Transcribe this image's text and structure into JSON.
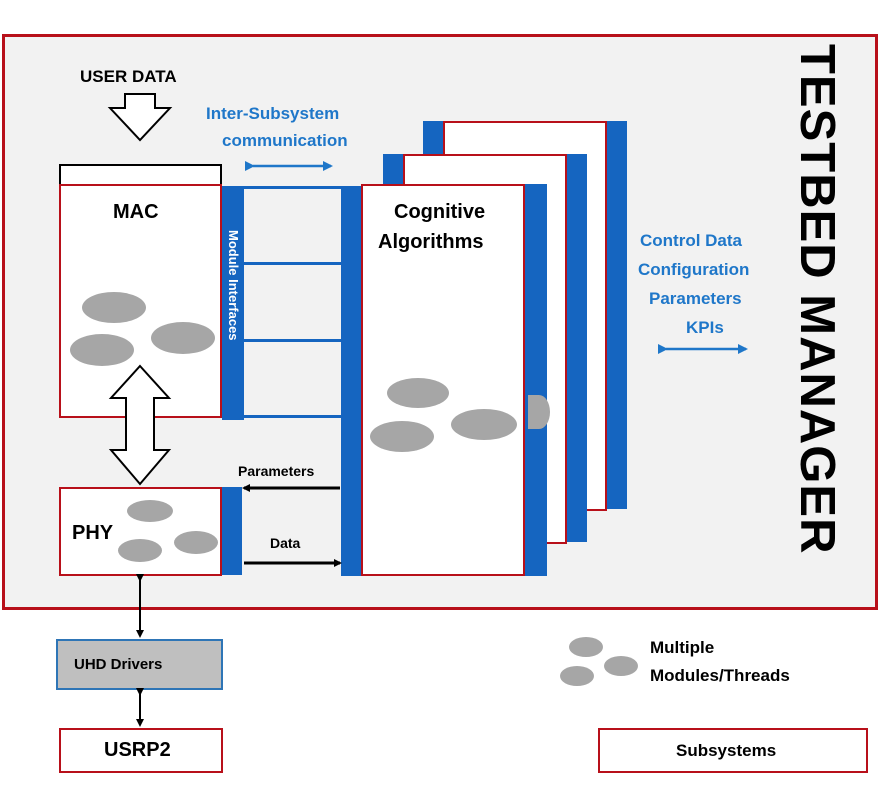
{
  "manager_label": "TESTBED MANAGER",
  "user_data_label": "USER DATA",
  "inter_subsystem_label": [
    "Inter-Subsystem",
    "communication"
  ],
  "mac_label": "MAC",
  "module_interfaces_label": "Module Interfaces",
  "cognitive_label": [
    "Cognitive",
    "Algorithms"
  ],
  "control_data_label": [
    "Control Data",
    "Configuration",
    "Parameters",
    "KPIs"
  ],
  "parameters_label": "Parameters",
  "data_label": "Data",
  "phy_label": "PHY",
  "uhd_label": "UHD Drivers",
  "usrp_label": "USRP2",
  "legend": {
    "modules_label": [
      "Multiple",
      "Modules/Threads"
    ],
    "subsystems_label": "Subsystems"
  },
  "colors": {
    "frame_red": "#b8101a",
    "accent_blue": "#1565c0",
    "text_blue": "#1f77c9",
    "panel_gray": "#f2f2f2",
    "module_gray": "#a6a6a6"
  }
}
